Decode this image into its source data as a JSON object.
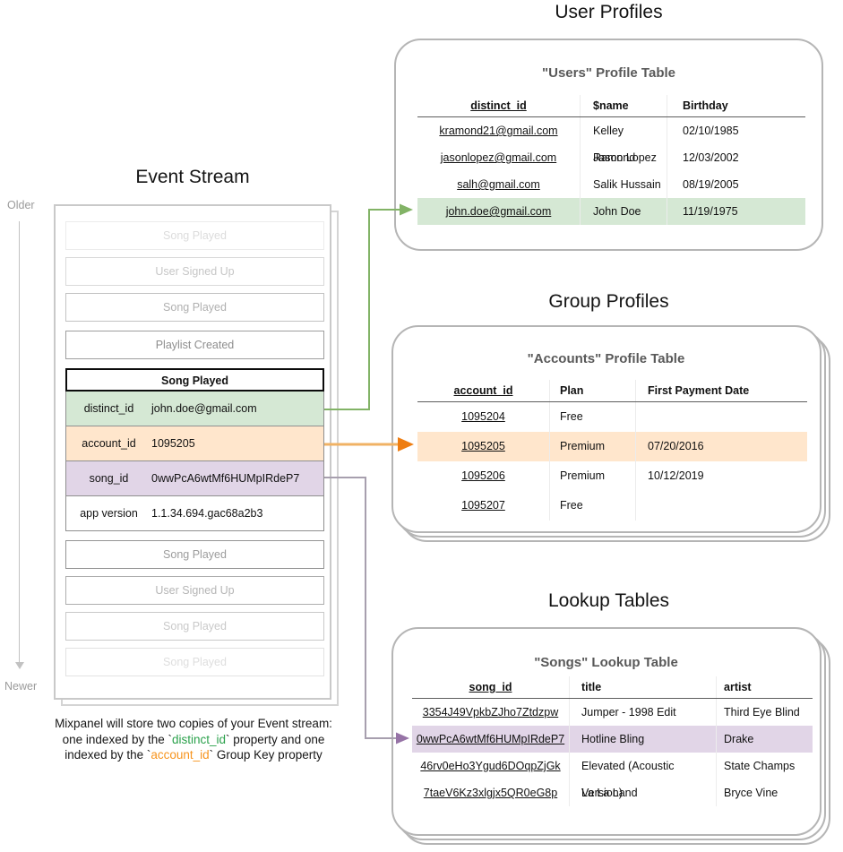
{
  "colors": {
    "green_row": "#d5e8d4",
    "orange_row": "#ffe6cc",
    "purple_row": "#e1d5e7",
    "green_arrow": "#82b366",
    "orange_arrow_line": "#f0b264",
    "orange_arrow_head": "#ee7d11",
    "purple_arrow_line": "#a79fae",
    "purple_arrow_head": "#9673a6",
    "caption_green": "#2aa14b",
    "caption_orange": "#f7941d"
  },
  "event_stream": {
    "title": "Event Stream",
    "older_label": "Older",
    "newer_label": "Newer",
    "items_before": [
      "Song Played",
      "User Signed Up",
      "Song Played",
      "Playlist Created"
    ],
    "selected_event": {
      "title": "Song Played",
      "properties": [
        {
          "key": "distinct_id",
          "value": "john.doe@gmail.com"
        },
        {
          "key": "account_id",
          "value": "1095205"
        },
        {
          "key": "song_id",
          "value": "0wwPcA6wtMf6HUMpIRdeP7"
        },
        {
          "key": "app version",
          "value": "1.1.34.694.gac68a2b3"
        }
      ]
    },
    "items_after": [
      "Song Played",
      "User Signed Up",
      "Song Played",
      "Song Played"
    ],
    "caption": {
      "line1": "Mixpanel will store two copies of your Event stream:",
      "line2_pre": "one indexed by the `",
      "line2_code": "distinct_id",
      "line2_post": "` property and one",
      "line3_pre": "indexed by the `",
      "line3_code": "account_id",
      "line3_post": "` Group Key property"
    }
  },
  "user_profiles": {
    "section_title": "User Profiles",
    "table_title": "\"Users\" Profile Table",
    "columns": [
      "distinct_id",
      "$name",
      "Birthday"
    ],
    "highlighted_row_index": 3,
    "rows": [
      {
        "distinct_id": "kramond21@gmail.com",
        "name": "Kelley Ramond",
        "birthday": "02/10/1985"
      },
      {
        "distinct_id": "jasonlopez@gmail.com",
        "name": "Jason Lopez",
        "birthday": "12/03/2002"
      },
      {
        "distinct_id": "salh@gmail.com",
        "name": "Salik Hussain",
        "birthday": "08/19/2005"
      },
      {
        "distinct_id": "john.doe@gmail.com",
        "name": "John Doe",
        "birthday": "11/19/1975"
      }
    ]
  },
  "group_profiles": {
    "section_title": "Group Profiles",
    "table_title": "\"Accounts\" Profile Table",
    "columns": [
      "account_id",
      "Plan",
      "First Payment Date"
    ],
    "highlighted_row_index": 1,
    "rows": [
      {
        "account_id": "1095204",
        "plan": "Free",
        "first_payment_date": ""
      },
      {
        "account_id": "1095205",
        "plan": "Premium",
        "first_payment_date": "07/20/2016"
      },
      {
        "account_id": "1095206",
        "plan": "Premium",
        "first_payment_date": "10/12/2019"
      },
      {
        "account_id": "1095207",
        "plan": "Free",
        "first_payment_date": ""
      }
    ]
  },
  "lookup_tables": {
    "section_title": "Lookup Tables",
    "table_title": "\"Songs\" Lookup Table",
    "columns": [
      "song_id",
      "title",
      "artist"
    ],
    "highlighted_row_index": 1,
    "rows": [
      {
        "song_id": "3354J49VpkbZJho7Ztdzpw",
        "title": "Jumper - 1998 Edit",
        "artist": "Third Eye Blind"
      },
      {
        "song_id": "0wwPcA6wtMf6HUMpIRdeP7",
        "title": "Hotline Bling",
        "artist": "Drake"
      },
      {
        "song_id": "46rv0eHo3Ygud6DOqpZjGk",
        "title": "Elevated (Acoustic Version)",
        "artist": "State Champs"
      },
      {
        "song_id": "7taeV6Kz3xlgjx5QR0eG8p",
        "title": "La La Land",
        "artist": "Bryce Vine"
      }
    ]
  }
}
